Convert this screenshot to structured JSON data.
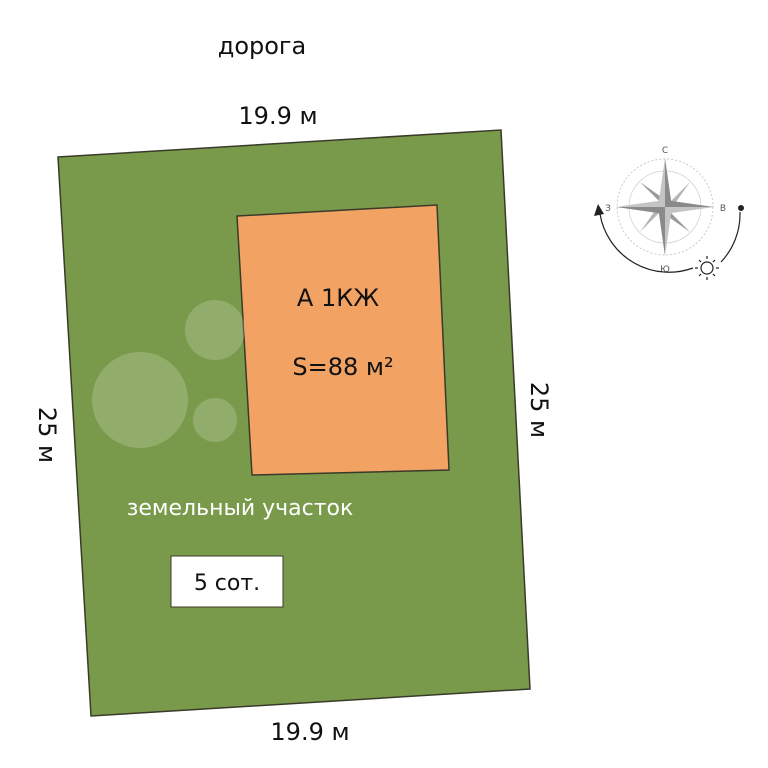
{
  "road_label": "дорога",
  "dimensions": {
    "top": "19.9 м",
    "bottom": "19.9 м",
    "left": "25 м",
    "right": "25 м"
  },
  "building": {
    "label": "А 1КЖ",
    "area": "S=88 м²"
  },
  "plot": {
    "label": "земельный участок",
    "size_badge": "5 сот."
  },
  "compass": {
    "north": "С",
    "east": "В",
    "west": "З",
    "south": "Ю"
  },
  "colors": {
    "plot": "#7a9a4b",
    "building": "#f2a262",
    "outline": "#3a3a2a"
  }
}
